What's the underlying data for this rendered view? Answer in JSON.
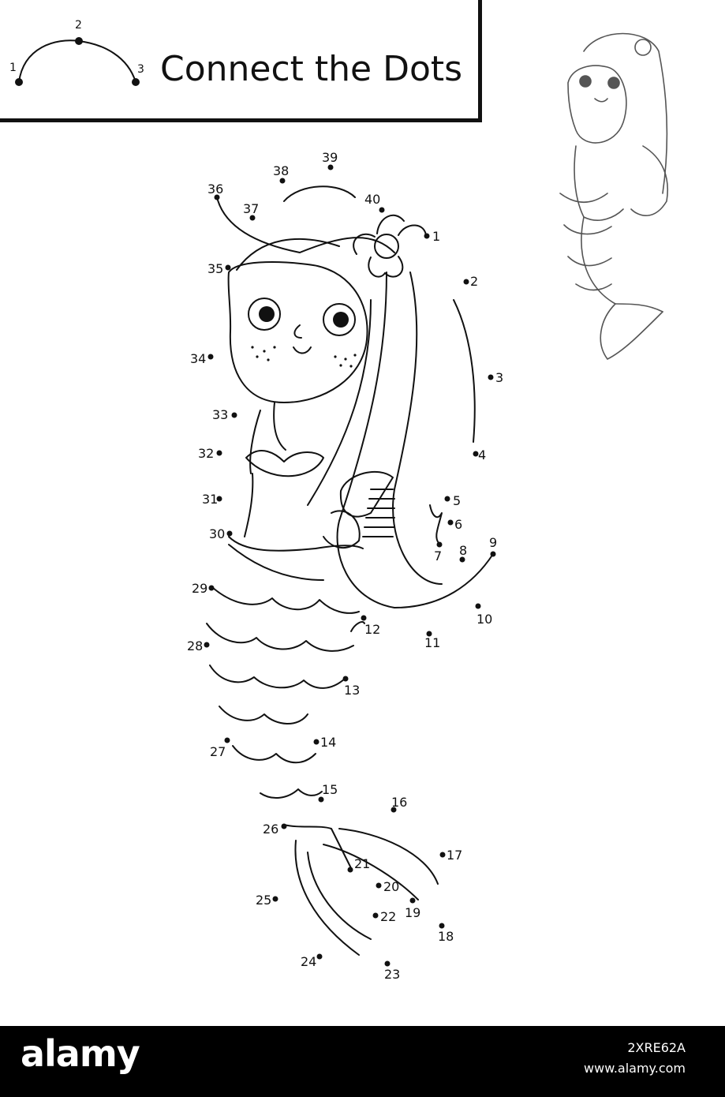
{
  "title": "Connect the Dots",
  "example": {
    "labels": [
      "1",
      "2",
      "3"
    ]
  },
  "puzzle": {
    "dots": [
      {
        "n": "1"
      },
      {
        "n": "2"
      },
      {
        "n": "3"
      },
      {
        "n": "4"
      },
      {
        "n": "5"
      },
      {
        "n": "6"
      },
      {
        "n": "7"
      },
      {
        "n": "8"
      },
      {
        "n": "9"
      },
      {
        "n": "10"
      },
      {
        "n": "11"
      },
      {
        "n": "12"
      },
      {
        "n": "13"
      },
      {
        "n": "14"
      },
      {
        "n": "15"
      },
      {
        "n": "16"
      },
      {
        "n": "17"
      },
      {
        "n": "18"
      },
      {
        "n": "19"
      },
      {
        "n": "20"
      },
      {
        "n": "21"
      },
      {
        "n": "22"
      },
      {
        "n": "23"
      },
      {
        "n": "24"
      },
      {
        "n": "25"
      },
      {
        "n": "26"
      },
      {
        "n": "27"
      },
      {
        "n": "28"
      },
      {
        "n": "29"
      },
      {
        "n": "30"
      },
      {
        "n": "31"
      },
      {
        "n": "32"
      },
      {
        "n": "33"
      },
      {
        "n": "34"
      },
      {
        "n": "35"
      },
      {
        "n": "36"
      },
      {
        "n": "37"
      },
      {
        "n": "38"
      },
      {
        "n": "39"
      },
      {
        "n": "40"
      }
    ]
  },
  "footer": {
    "brand": "alamy",
    "image_id": "2XRE62A",
    "url": "www.alamy.com"
  },
  "colors": {
    "ink": "#111111",
    "background": "#ffffff",
    "footer": "#000000"
  }
}
